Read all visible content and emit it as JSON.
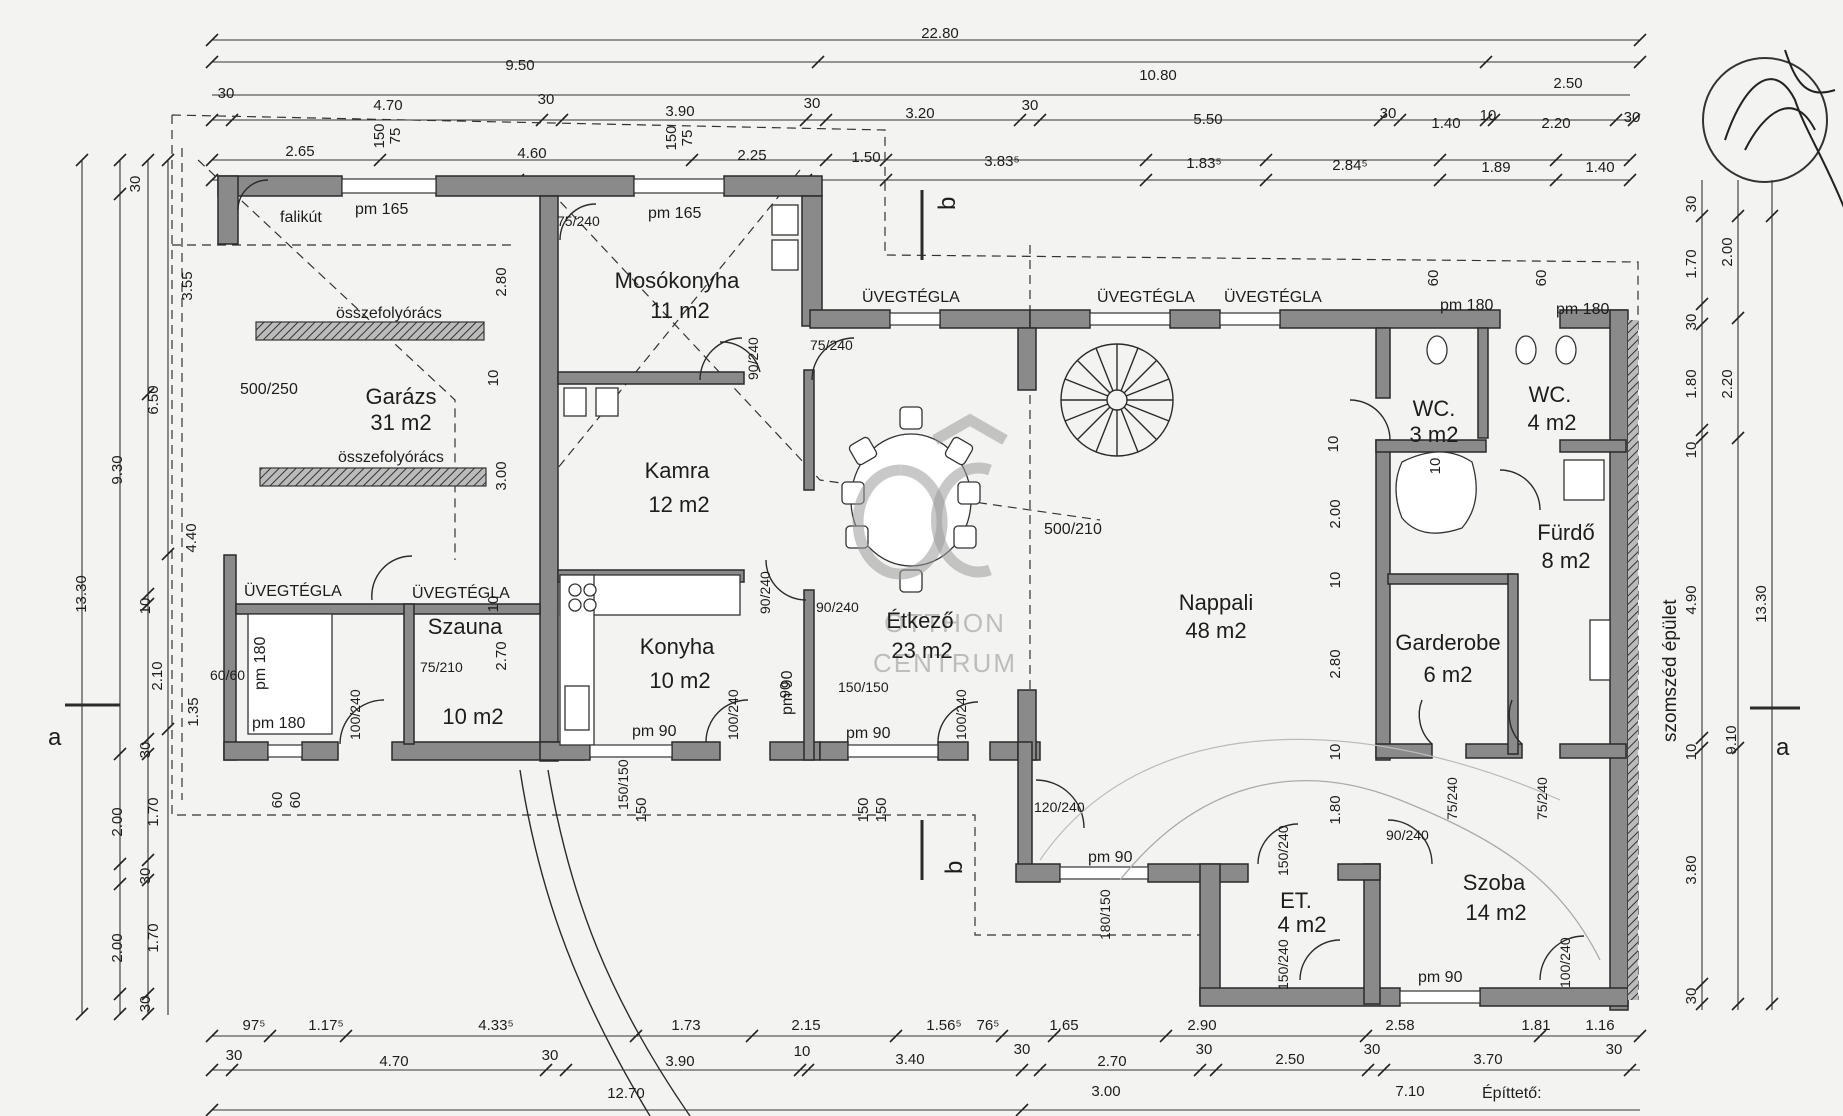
{
  "rooms": [
    {
      "name": "Garázs",
      "area": "31 m2"
    },
    {
      "name": "Mosókonyha",
      "area": "11 m2"
    },
    {
      "name": "Kamra",
      "area": "12 m2"
    },
    {
      "name": "Szauna",
      "area": "10 m2"
    },
    {
      "name": "Konyha",
      "area": "10 m2"
    },
    {
      "name": "Étkező",
      "area": "23 m2"
    },
    {
      "name": "Nappali",
      "area": "48 m2"
    },
    {
      "name": "WC.",
      "area": "3 m2"
    },
    {
      "name": "WC.",
      "area": "4 m2"
    },
    {
      "name": "Fürdő",
      "area": "8 m2"
    },
    {
      "name": "Garderobe",
      "area": "6 m2"
    },
    {
      "name": "ET.",
      "area": "4 m2"
    },
    {
      "name": "Szoba",
      "area": "14 m2"
    }
  ],
  "labels": {
    "glass_brick": "ÜVEGTÉGLA",
    "drain_grate": "összefolyórács",
    "wash_basin": "falikút",
    "neighbor": "szomszéd épület",
    "builder": "Építtető:",
    "section_a": "a",
    "section_b": "b"
  },
  "watermark": {
    "logo": "OC",
    "text1": "OTTHON",
    "text2": "CENTRUM"
  },
  "dims_top": {
    "row1": [
      "22.80"
    ],
    "row2": [
      "9.50",
      "10.80",
      "2.50"
    ],
    "row3": [
      "30",
      "4.70",
      "30",
      "3.90",
      "30",
      "3.20",
      "30",
      "5.50",
      "30",
      "1.40",
      "10",
      "2.20",
      "30"
    ],
    "row4": [
      "2.65",
      "4.60",
      "2.25",
      "1.50",
      "3.83⁵",
      "1.83⁵",
      "2.84⁵",
      "1.89",
      "1.40"
    ]
  },
  "dims_bottom": {
    "row1": [
      "97⁵",
      "1.17⁵",
      "4.33⁵",
      "1.73",
      "2.15",
      "1.56⁵",
      "76⁵",
      "1.65",
      "2.90",
      "2.58",
      "1.81",
      "1.16"
    ],
    "row2": [
      "30",
      "4.70",
      "30",
      "3.90",
      "10",
      "3.40",
      "30",
      "2.70",
      "30",
      "2.50",
      "30",
      "3.70",
      "30"
    ],
    "row3": [
      "12.70",
      "3.00",
      "7.10"
    ]
  },
  "dims_left": [
    "13.30",
    "9.30",
    "6.50",
    "3.55",
    "4.40",
    "2.00",
    "2.00",
    "1.35",
    "2.10",
    "10",
    "30",
    "1.70",
    "30",
    "1.70",
    "30",
    "30",
    "60",
    "60"
  ],
  "dims_right": [
    "13.30",
    "9.10",
    "4.90",
    "2.20",
    "2.00",
    "1.70",
    "30",
    "1.80",
    "30",
    "10",
    "3.80",
    "10",
    "30"
  ],
  "openings": [
    "pm 165",
    "pm 165",
    "75/240",
    "75/240",
    "90/240",
    "90/240",
    "90/240",
    "100/240",
    "100/240",
    "100/240",
    "75/210",
    "pm 180",
    "pm 180",
    "pm 180",
    "pm 180",
    "pm 90",
    "pm 90",
    "pm 90",
    "pm 90",
    "pm 90",
    "500/250",
    "500/210",
    "120/240",
    "150/150",
    "150/240",
    "150/240",
    "90/240",
    "75/240",
    "75/240",
    "100/240",
    "60/60",
    "150/150",
    "180/150"
  ],
  "inner_dims": [
    "2.80",
    "3.00",
    "2.70",
    "150",
    "75",
    "150",
    "75",
    "10",
    "10",
    "10",
    "2.00",
    "2.80",
    "1.80",
    "10",
    "10",
    "10",
    "90",
    "150",
    "150",
    "150",
    "60",
    "60"
  ]
}
